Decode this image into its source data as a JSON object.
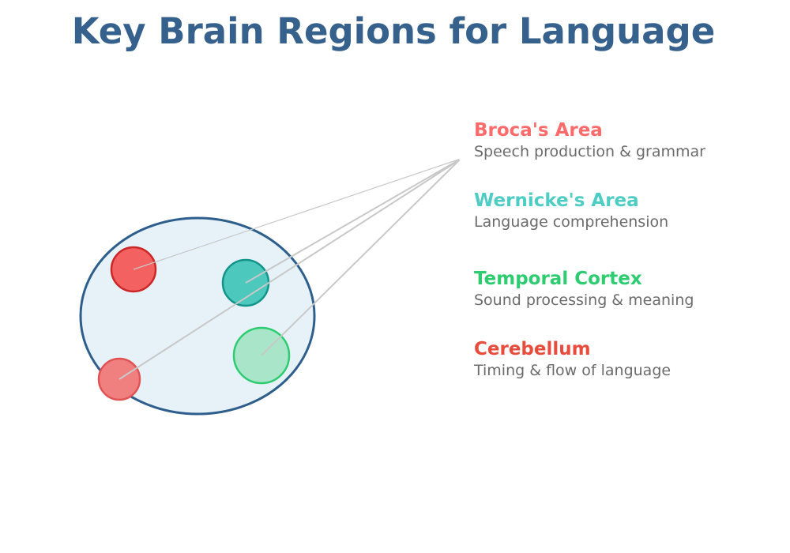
{
  "title": {
    "text": "Key Brain Regions for Language",
    "color": "#35618C"
  },
  "brain": {
    "fill": "#E7F2F8",
    "stroke": "#2E5E8C"
  },
  "connector": {
    "color": "#C8C8C8"
  },
  "regions": [
    {
      "id": "brocas-area",
      "label": "Broca's Area",
      "description": "Speech production & grammar",
      "label_color": "#FF6B6B",
      "circle_fill": "#F46161",
      "circle_stroke": "#CB2727"
    },
    {
      "id": "wernickes-area",
      "label": "Wernicke's Area",
      "description": "Language comprehension",
      "label_color": "#4ECDC4",
      "circle_fill": "#4CC8BD",
      "circle_stroke": "#12948B"
    },
    {
      "id": "temporal-cortex",
      "label": "Temporal Cortex",
      "description": "Sound processing & meaning",
      "label_color": "#2ECC71",
      "circle_fill": "#A9E6C9",
      "circle_stroke": "#2ECC71"
    },
    {
      "id": "cerebellum",
      "label": "Cerebellum",
      "description": "Timing & flow of language",
      "label_color": "#E74C3C",
      "circle_fill": "#F08080",
      "circle_stroke": "#E15353"
    }
  ]
}
